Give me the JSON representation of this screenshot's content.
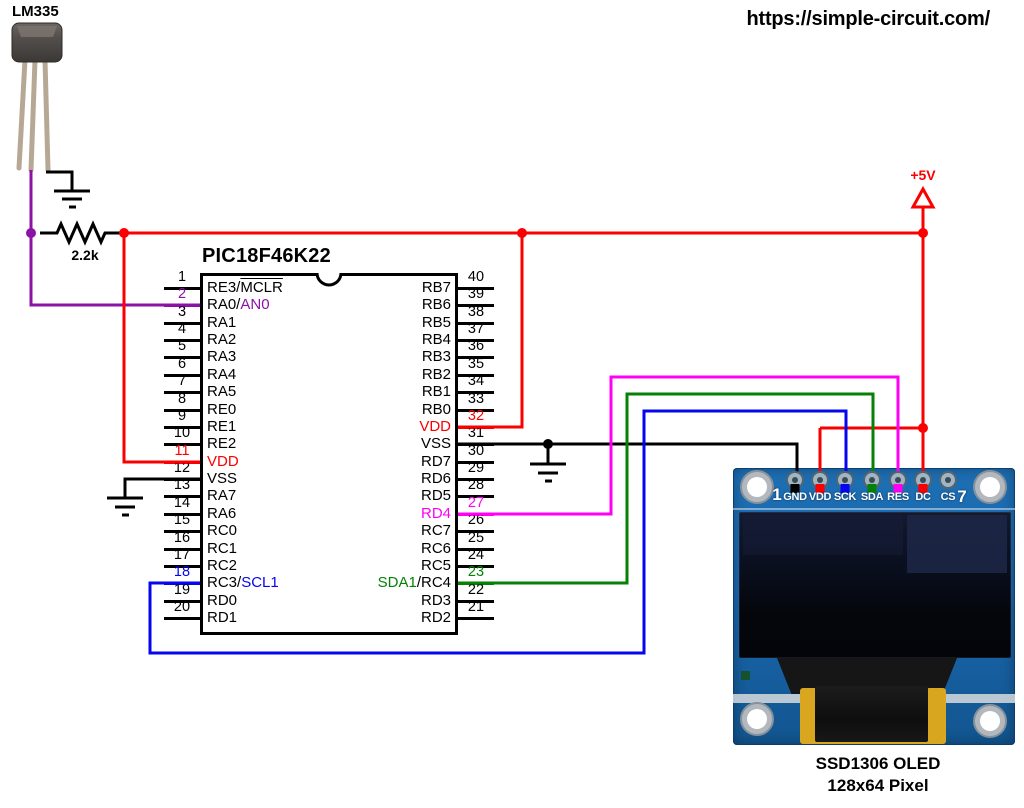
{
  "header": {
    "url": "https://simple-circuit.com/"
  },
  "sensor": {
    "label": "LM335"
  },
  "resistor": {
    "label": "2.2k"
  },
  "power": {
    "label": "+5V"
  },
  "colors": {
    "black": "#000000",
    "red": "#fb0000",
    "purple": "#8c12a5",
    "blue": "#0505ee",
    "green": "#058205",
    "magenta": "#ff00f4",
    "board_blue": "#1a67ae",
    "tape_gold": "#d9a61f"
  },
  "mcu": {
    "title": "PIC18F46K22",
    "left_pins": [
      {
        "num": "1",
        "parts": [
          {
            "t": "RE3/"
          },
          {
            "t": "MCLR",
            "overline": true
          }
        ]
      },
      {
        "num": "2",
        "num_color": "purple",
        "wire": "purple",
        "parts": [
          {
            "t": "RA0/"
          },
          {
            "t": "AN0",
            "color": "purple"
          }
        ]
      },
      {
        "num": "3",
        "parts": [
          {
            "t": "RA1"
          }
        ]
      },
      {
        "num": "4",
        "parts": [
          {
            "t": "RA2"
          }
        ]
      },
      {
        "num": "5",
        "parts": [
          {
            "t": "RA3"
          }
        ]
      },
      {
        "num": "6",
        "parts": [
          {
            "t": "RA4"
          }
        ]
      },
      {
        "num": "7",
        "parts": [
          {
            "t": "RA5"
          }
        ]
      },
      {
        "num": "8",
        "parts": [
          {
            "t": "RE0"
          }
        ]
      },
      {
        "num": "9",
        "parts": [
          {
            "t": "RE1"
          }
        ]
      },
      {
        "num": "10",
        "parts": [
          {
            "t": "RE2"
          }
        ]
      },
      {
        "num": "11",
        "num_color": "red",
        "wire": "red",
        "parts": [
          {
            "t": "VDD",
            "color": "red"
          }
        ]
      },
      {
        "num": "12",
        "parts": [
          {
            "t": "VSS"
          }
        ]
      },
      {
        "num": "13",
        "parts": [
          {
            "t": "RA7"
          }
        ]
      },
      {
        "num": "14",
        "parts": [
          {
            "t": "RA6"
          }
        ]
      },
      {
        "num": "15",
        "parts": [
          {
            "t": "RC0"
          }
        ]
      },
      {
        "num": "16",
        "parts": [
          {
            "t": "RC1"
          }
        ]
      },
      {
        "num": "17",
        "parts": [
          {
            "t": "RC2"
          }
        ]
      },
      {
        "num": "18",
        "num_color": "blue",
        "wire": "blue",
        "parts": [
          {
            "t": "RC3/"
          },
          {
            "t": "SCL1",
            "color": "blue"
          }
        ]
      },
      {
        "num": "19",
        "parts": [
          {
            "t": "RD0"
          }
        ]
      },
      {
        "num": "20",
        "parts": [
          {
            "t": "RD1"
          }
        ]
      }
    ],
    "right_pins": [
      {
        "num": "40",
        "parts": [
          {
            "t": "RB7"
          }
        ]
      },
      {
        "num": "39",
        "parts": [
          {
            "t": "RB6"
          }
        ]
      },
      {
        "num": "38",
        "parts": [
          {
            "t": "RB5"
          }
        ]
      },
      {
        "num": "37",
        "parts": [
          {
            "t": "RB4"
          }
        ]
      },
      {
        "num": "36",
        "parts": [
          {
            "t": "RB3"
          }
        ]
      },
      {
        "num": "35",
        "parts": [
          {
            "t": "RB2"
          }
        ]
      },
      {
        "num": "34",
        "parts": [
          {
            "t": "RB1"
          }
        ]
      },
      {
        "num": "33",
        "parts": [
          {
            "t": "RB0"
          }
        ]
      },
      {
        "num": "32",
        "num_color": "red",
        "wire": "red",
        "parts": [
          {
            "t": "VDD",
            "color": "red"
          }
        ]
      },
      {
        "num": "31",
        "wire": "black",
        "parts": [
          {
            "t": "VSS"
          }
        ]
      },
      {
        "num": "30",
        "parts": [
          {
            "t": "RD7"
          }
        ]
      },
      {
        "num": "29",
        "parts": [
          {
            "t": "RD6"
          }
        ]
      },
      {
        "num": "28",
        "parts": [
          {
            "t": "RD5"
          }
        ]
      },
      {
        "num": "27",
        "num_color": "magenta",
        "wire": "magenta",
        "parts": [
          {
            "t": "RD4",
            "color": "magenta"
          }
        ]
      },
      {
        "num": "26",
        "parts": [
          {
            "t": "RC7"
          }
        ]
      },
      {
        "num": "25",
        "parts": [
          {
            "t": "RC6"
          }
        ]
      },
      {
        "num": "24",
        "parts": [
          {
            "t": "RC5"
          }
        ]
      },
      {
        "num": "23",
        "num_color": "green",
        "wire": "green",
        "parts": [
          {
            "t": "SDA1",
            "color": "green"
          },
          {
            "t": "/RC4"
          }
        ]
      },
      {
        "num": "22",
        "parts": [
          {
            "t": "RD3"
          }
        ]
      },
      {
        "num": "21",
        "parts": [
          {
            "t": "RD2"
          }
        ]
      }
    ]
  },
  "oled": {
    "pin_first": "1",
    "pin_last": "7",
    "pins": [
      "GND",
      "VDD",
      "SCK",
      "SDA",
      "RES",
      "DC",
      "CS"
    ],
    "pad_wire_colors": [
      "black",
      "red",
      "blue",
      "green",
      "magenta",
      "red",
      ""
    ],
    "caption1": "SSD1306 OLED",
    "caption2": "128x64 Pixel"
  }
}
